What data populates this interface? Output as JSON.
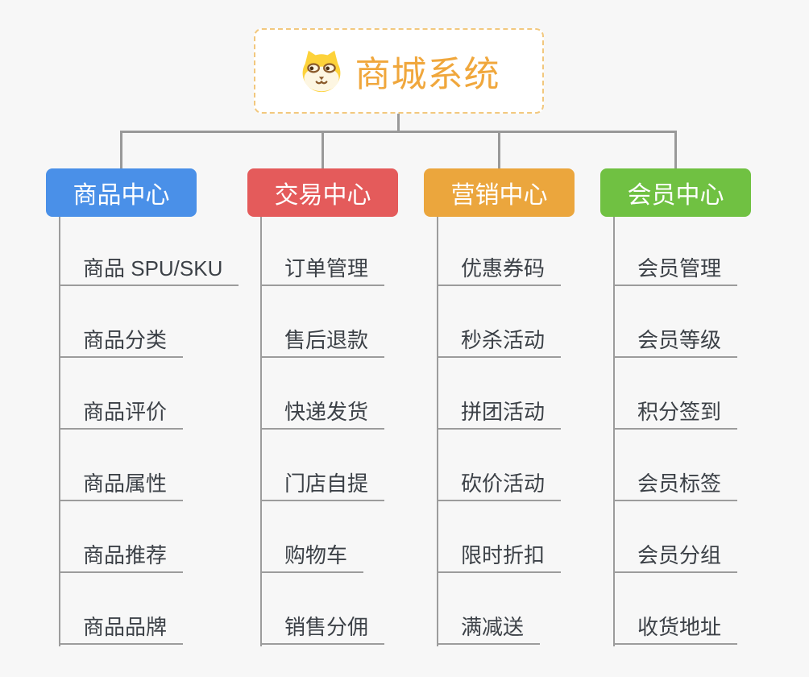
{
  "canvas": {
    "background_color": "#f7f7f7",
    "connector_color": "#999999",
    "leaf_text_color": "#3c4147",
    "leaf_line_color": "#9c9c9c"
  },
  "root": {
    "title": "商城系统",
    "icon": "dog-face-icon",
    "text_color": "#f0a73c",
    "border_color": "#f2c87e",
    "background_color": "#ffffff"
  },
  "branches": [
    {
      "label": "商品中心",
      "color": "#4a90e8",
      "items": [
        "商品 SPU/SKU",
        "商品分类",
        "商品评价",
        "商品属性",
        "商品推荐",
        "商品品牌"
      ]
    },
    {
      "label": "交易中心",
      "color": "#e45b5b",
      "items": [
        "订单管理",
        "售后退款",
        "快递发货",
        "门店自提",
        "购物车",
        "销售分佣"
      ]
    },
    {
      "label": "营销中心",
      "color": "#eba63d",
      "items": [
        "优惠券码",
        "秒杀活动",
        "拼团活动",
        "砍价活动",
        "限时折扣",
        "满减送"
      ]
    },
    {
      "label": "会员中心",
      "color": "#70c142",
      "items": [
        "会员管理",
        "会员等级",
        "积分签到",
        "会员标签",
        "会员分组",
        "收货地址"
      ]
    }
  ]
}
